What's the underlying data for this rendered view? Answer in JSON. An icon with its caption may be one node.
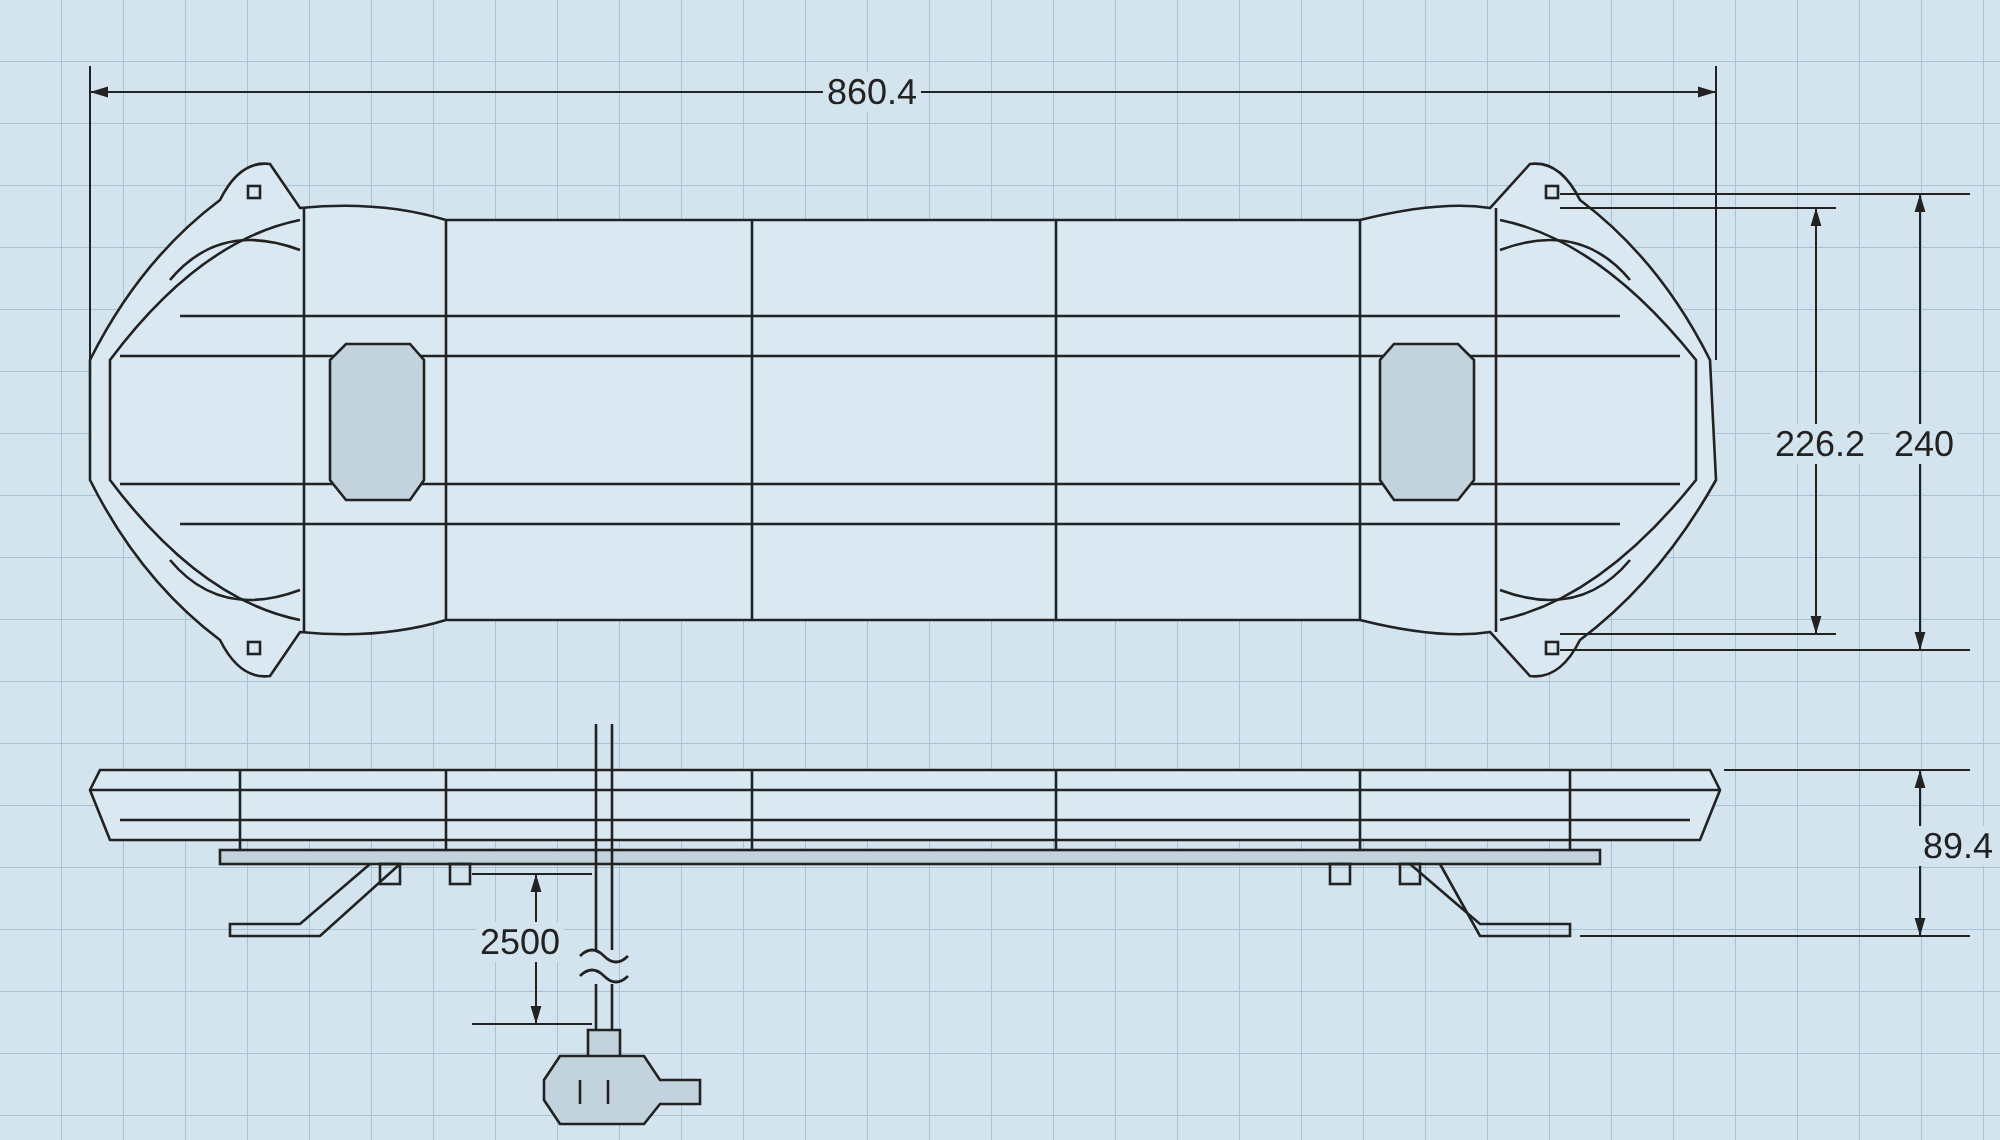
{
  "diagram": {
    "labels": [
      "860.4",
      "226.2",
      "240",
      "89.4",
      "2500"
    ]
  }
}
